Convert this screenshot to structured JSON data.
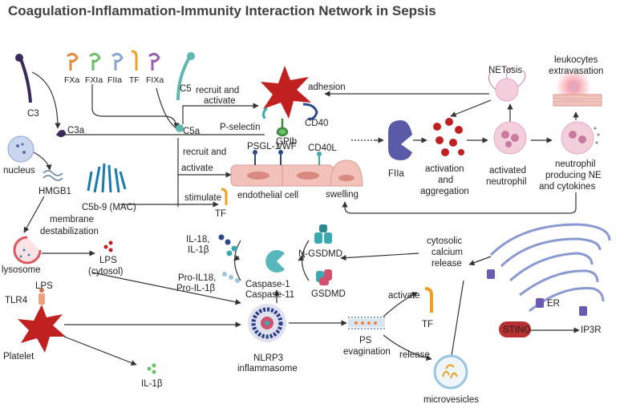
{
  "title": "Coagulation-Inflammation-Immunity Interaction Network in Sepsis",
  "labels": {
    "c3": "C3",
    "c3a": "C3a",
    "fxa": "FXa",
    "fxia": "FXIa",
    "fiia_top": "FIIa",
    "tf_top": "TF",
    "fixa": "FIXa",
    "c5": "C5",
    "c5a": "C5a",
    "recruit_activate_1a": "recruit and",
    "recruit_activate_1b": "activate",
    "adhesion": "adhesion",
    "p_selectin": "P-selectin",
    "gpib": "GPIb",
    "cd40": "CD40",
    "netosis": "NETosis",
    "leuko_a": "leukocytes",
    "leuko_b": "extravasation",
    "nucleus": "nucleus",
    "hmgb1": "HMGB1",
    "recruit_activate_2a": "recruit and",
    "recruit_activate_2b": "activate",
    "psgl1": "PSGL-1",
    "vwf": "vWF",
    "cd40l": "CD40L",
    "fiia_mid": "FIIa",
    "activation_a": "activation",
    "activation_b": "and",
    "activation_c": "aggregation",
    "activated_neutro_a": "activated",
    "activated_neutro_b": "neutrophil",
    "neutro_prod_a": "neutrophil",
    "neutro_prod_b": "producing NE",
    "neutro_prod_c": "and cytokines",
    "c5b9": "C5b-9 (MAC)",
    "stimulate": "stimulate",
    "endothelial": "endothelial cell",
    "swelling": "swelling",
    "tf_mid": "TF",
    "membrane_a": "membrane",
    "membrane_b": "destabilization",
    "lysosome": "lysosome",
    "lps_a": "LPS",
    "lps_b": "(cytosol)",
    "il18_a": "IL-18,",
    "il18_b": "IL-1β",
    "pro_il18_a": "Pro-IL18,",
    "pro_il18_b": "Pro-IL-1β",
    "n_gsdmd": "N-GSDMD",
    "caspase1": "Caspase-1",
    "caspase11": "Caspase-11",
    "gsdmd": "GSDMD",
    "cyto_a": "cytosolic",
    "cyto_b": "calcium",
    "cyto_c": "release",
    "er": "ER",
    "ip3r": "IP3R",
    "sting": "STING",
    "lps_platelet": "LPS",
    "tlr4": "TLR4",
    "platelet": "Platelet",
    "il1b": "IL-1β",
    "nlrp3_a": "NLRP3",
    "nlrp3_b": "inflammasome",
    "activate": "activate",
    "tf_bottom": "TF",
    "release": "release",
    "ps_a": "PS",
    "ps_b": "evagination",
    "microvesicles": "microvesicles"
  },
  "colors": {
    "title": "#3f3f3f",
    "arrow": "#333333",
    "complement": "#3b2a5a",
    "fxa": "#e08a3a",
    "fxia": "#6dbf6a",
    "fiia": "#8aa4d6",
    "tf": "#f0a020",
    "fixa": "#9a5fb0",
    "c5": "#5fb7b0",
    "platelet": "#c02020",
    "endothelial": "#f2c2ba",
    "neutrophil": "#e6a8c0",
    "lysosome": "#e05560",
    "gsdmd": "#d05070",
    "ngsdmd": "#3aaab0",
    "er": "#8a9ad0",
    "sting": "#b83030",
    "nlrp3": "#2a3a8a",
    "ps": "#f08040",
    "vesicle": "#f0a020"
  }
}
